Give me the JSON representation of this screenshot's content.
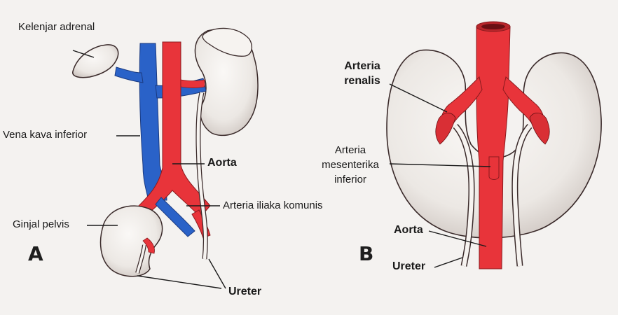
{
  "panel_a": {
    "letter": "A",
    "labels": {
      "adrenal": "Kelenjar adrenal",
      "ivc": "Vena kava inferior",
      "aorta": "Aorta",
      "iliac": "Arteria iliaka komunis",
      "pelvic_kidney": "Ginjal pelvis",
      "ureter": "Ureter"
    }
  },
  "panel_b": {
    "letter": "B",
    "labels": {
      "renal_artery_1": "Arteria",
      "renal_artery_2": "renalis",
      "mesenteric_1": "Arteria",
      "mesenteric_2": "mesenterika",
      "mesenteric_3": "inferior",
      "aorta": "Aorta",
      "ureter": "Ureter"
    }
  },
  "colors": {
    "artery": "#e8343a",
    "vein": "#2a62c8",
    "kidney": "#f2efec",
    "outline": "#3a2a2a",
    "background": "#f4f2f0"
  }
}
